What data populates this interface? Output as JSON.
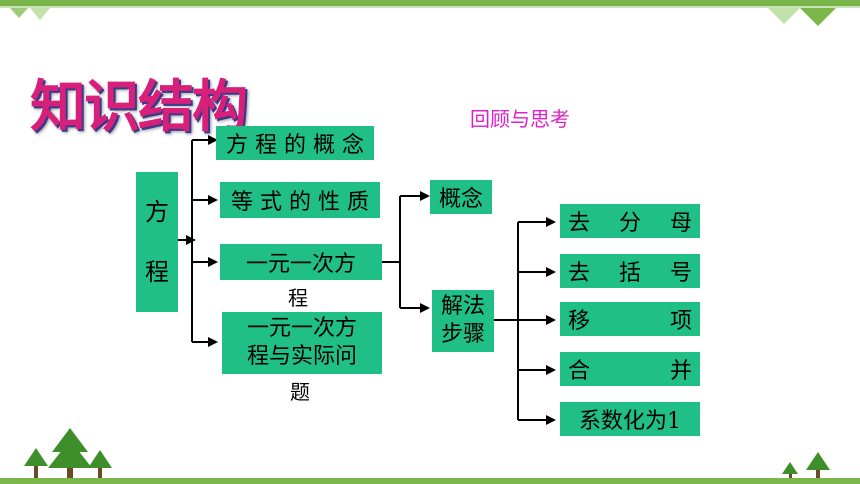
{
  "title": "知识结构",
  "review": "回顾与思考",
  "root": [
    "方",
    "程"
  ],
  "level1": [
    {
      "label": "方 程 的 概 念"
    },
    {
      "label": "等 式 的 性 质"
    },
    {
      "label": "一元一次方",
      "overflow": "程"
    },
    {
      "label_lines": [
        "一元一次方",
        "程与实际问"
      ],
      "overflow": "题"
    }
  ],
  "level2": [
    {
      "label": "概念"
    },
    {
      "label_lines": [
        "解法",
        "步骤"
      ]
    }
  ],
  "steps": [
    {
      "left": "去",
      "mid": "分",
      "right": "母"
    },
    {
      "left": "去",
      "mid": "括",
      "right": "号"
    },
    {
      "left": "移",
      "right": "项"
    },
    {
      "left": "合",
      "right": "并"
    },
    {
      "label": "系数化为1"
    }
  ],
  "colors": {
    "box": "#1fbf87",
    "title": "#d8207a",
    "review": "#e020c8",
    "band": "#7ab64a",
    "tree": "#4c9a2e"
  }
}
